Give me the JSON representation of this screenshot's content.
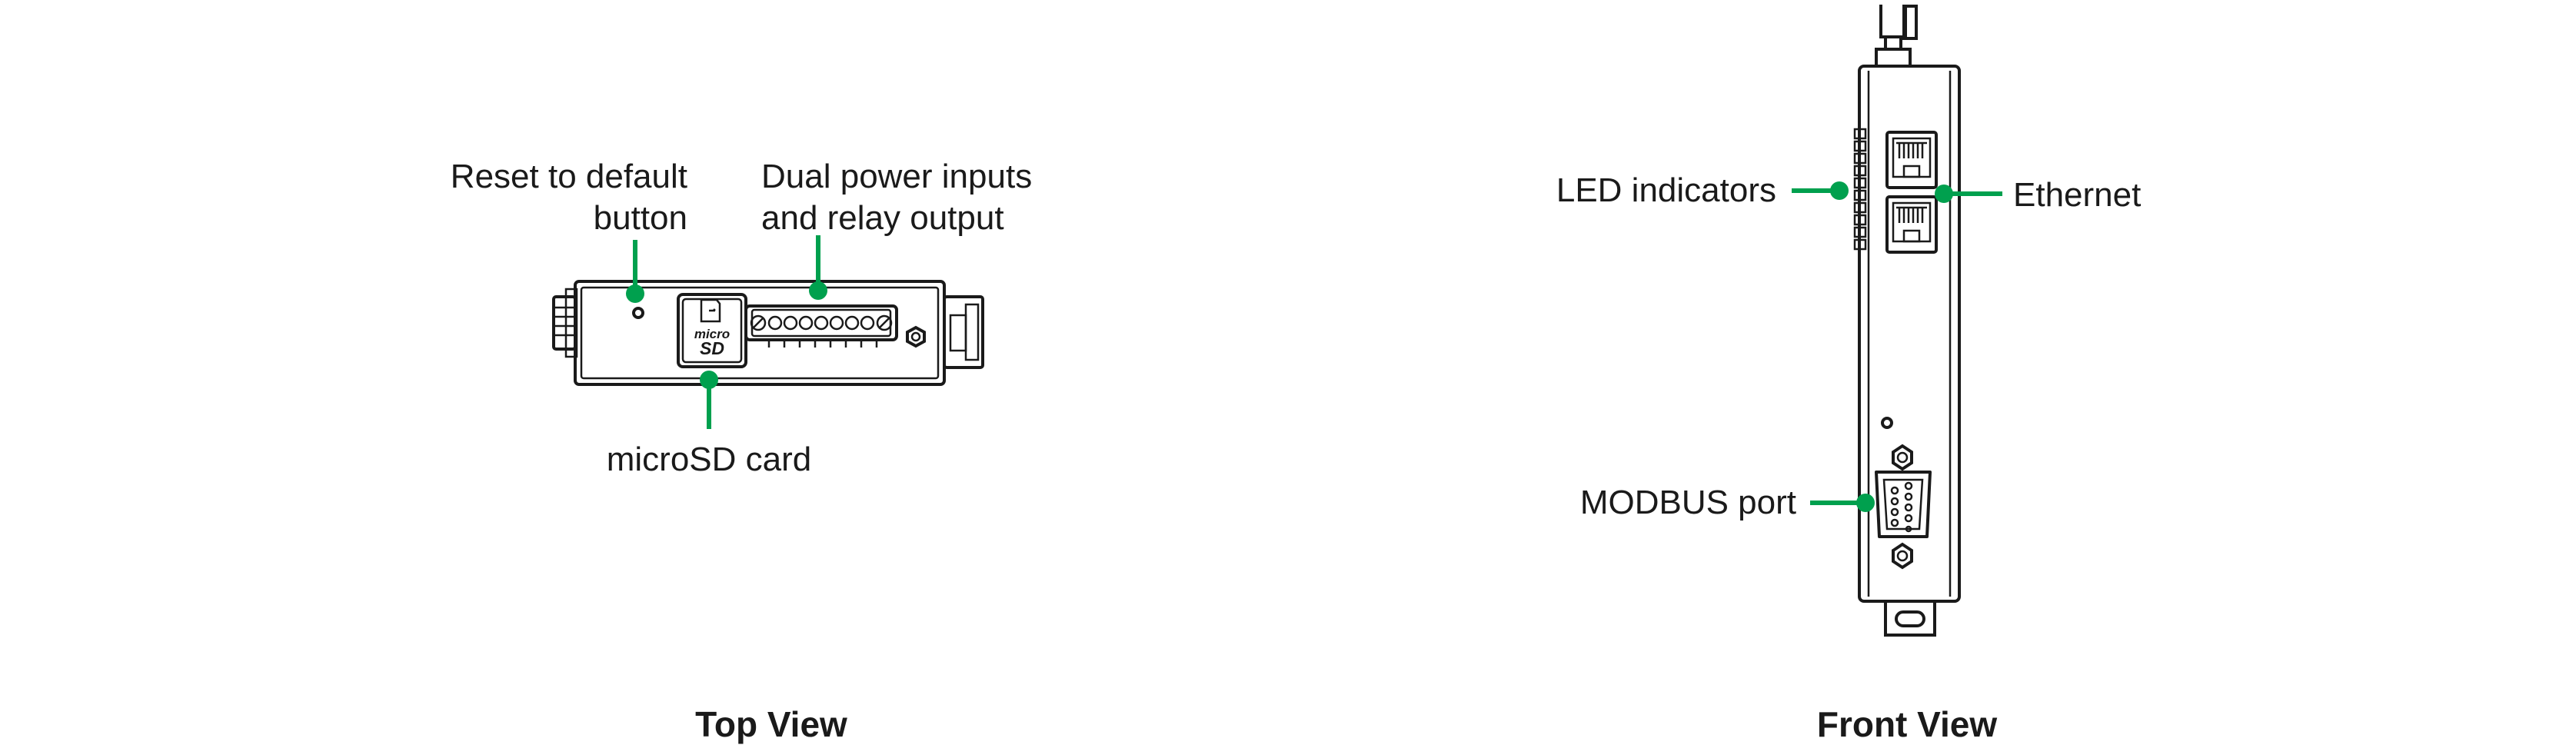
{
  "colors": {
    "callout": "#00a04e",
    "ink": "#1a1a1a",
    "background": "#ffffff"
  },
  "top_view": {
    "title": "Top View",
    "labels": {
      "reset_line1": "Reset to default",
      "reset_line2": "button",
      "power_line1": "Dual power inputs",
      "power_line2": "and relay output",
      "microsd": "microSD card"
    },
    "sd_logo": {
      "line1": "micro",
      "line2": "SD"
    }
  },
  "front_view": {
    "title": "Front View",
    "labels": {
      "led": "LED indicators",
      "ethernet": "Ethernet",
      "modbus": "MODBUS port"
    }
  }
}
